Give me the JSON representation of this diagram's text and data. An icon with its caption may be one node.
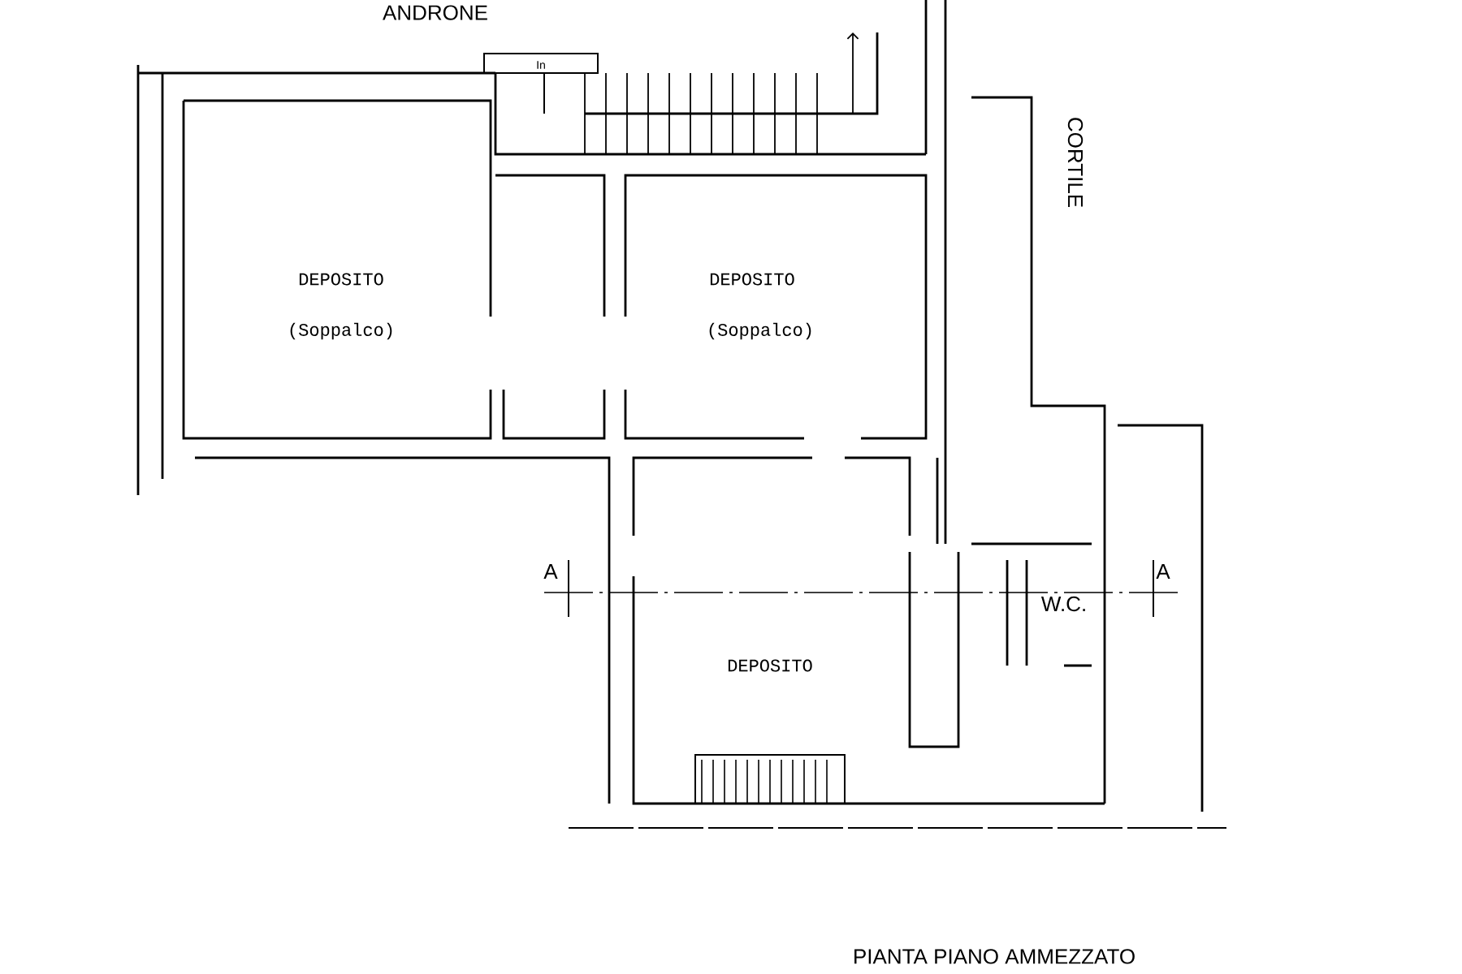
{
  "diagram": {
    "labels": [
      "ANDRONE",
      "In",
      "CORTILE",
      "DEPOSITO",
      "(Soppalco)",
      "DEPOSITO",
      "(Soppalco)",
      "A",
      "W.C.",
      "A",
      "DEPOSITO",
      "PIANTA PIANO AMMEZZATO"
    ]
  }
}
